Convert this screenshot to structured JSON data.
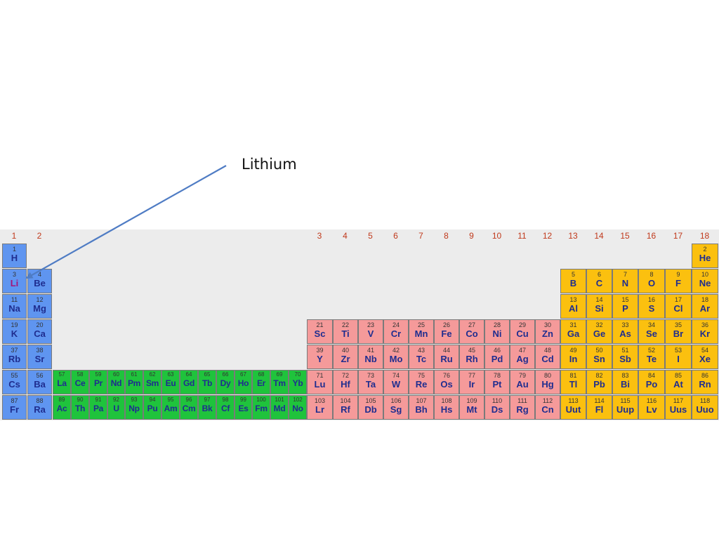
{
  "callout": {
    "label": "Lithium",
    "target_symbol": "Li",
    "arrow_color": "#4f7cc4"
  },
  "colors": {
    "s_block": "#5f95f0",
    "f_block": "#1fc33c",
    "d_block": "#f59a9a",
    "p_block": "#fbc00f",
    "band": "#ececec",
    "group_number": "#c0391b",
    "symbol": "#1f2d8f",
    "highlight_symbol": "#a3167a"
  },
  "group_numbers": [
    "1",
    "2",
    "3",
    "4",
    "5",
    "6",
    "7",
    "8",
    "9",
    "10",
    "11",
    "12",
    "13",
    "14",
    "15",
    "16",
    "17",
    "18"
  ],
  "elements": [
    {
      "n": "1",
      "s": "H",
      "block": "s",
      "row": 1,
      "col": "g1"
    },
    {
      "n": "2",
      "s": "He",
      "block": "p",
      "row": 1,
      "col": "g18"
    },
    {
      "n": "3",
      "s": "Li",
      "block": "s",
      "row": 2,
      "col": "g1",
      "highlight": true
    },
    {
      "n": "4",
      "s": "Be",
      "block": "s",
      "row": 2,
      "col": "g2"
    },
    {
      "n": "5",
      "s": "B",
      "block": "p",
      "row": 2,
      "col": "g13"
    },
    {
      "n": "6",
      "s": "C",
      "block": "p",
      "row": 2,
      "col": "g14"
    },
    {
      "n": "7",
      "s": "N",
      "block": "p",
      "row": 2,
      "col": "g15"
    },
    {
      "n": "8",
      "s": "O",
      "block": "p",
      "row": 2,
      "col": "g16"
    },
    {
      "n": "9",
      "s": "F",
      "block": "p",
      "row": 2,
      "col": "g17"
    },
    {
      "n": "10",
      "s": "Ne",
      "block": "p",
      "row": 2,
      "col": "g18"
    },
    {
      "n": "11",
      "s": "Na",
      "block": "s",
      "row": 3,
      "col": "g1"
    },
    {
      "n": "12",
      "s": "Mg",
      "block": "s",
      "row": 3,
      "col": "g2"
    },
    {
      "n": "13",
      "s": "Al",
      "block": "p",
      "row": 3,
      "col": "g13"
    },
    {
      "n": "14",
      "s": "Si",
      "block": "p",
      "row": 3,
      "col": "g14"
    },
    {
      "n": "15",
      "s": "P",
      "block": "p",
      "row": 3,
      "col": "g15"
    },
    {
      "n": "16",
      "s": "S",
      "block": "p",
      "row": 3,
      "col": "g16"
    },
    {
      "n": "17",
      "s": "Cl",
      "block": "p",
      "row": 3,
      "col": "g17"
    },
    {
      "n": "18",
      "s": "Ar",
      "block": "p",
      "row": 3,
      "col": "g18"
    },
    {
      "n": "19",
      "s": "K",
      "block": "s",
      "row": 4,
      "col": "g1"
    },
    {
      "n": "20",
      "s": "Ca",
      "block": "s",
      "row": 4,
      "col": "g2"
    },
    {
      "n": "21",
      "s": "Sc",
      "block": "d",
      "row": 4,
      "col": "g3"
    },
    {
      "n": "22",
      "s": "Ti",
      "block": "d",
      "row": 4,
      "col": "g4"
    },
    {
      "n": "23",
      "s": "V",
      "block": "d",
      "row": 4,
      "col": "g5"
    },
    {
      "n": "24",
      "s": "Cr",
      "block": "d",
      "row": 4,
      "col": "g6"
    },
    {
      "n": "25",
      "s": "Mn",
      "block": "d",
      "row": 4,
      "col": "g7"
    },
    {
      "n": "26",
      "s": "Fe",
      "block": "d",
      "row": 4,
      "col": "g8"
    },
    {
      "n": "27",
      "s": "Co",
      "block": "d",
      "row": 4,
      "col": "g9"
    },
    {
      "n": "28",
      "s": "Ni",
      "block": "d",
      "row": 4,
      "col": "g10"
    },
    {
      "n": "29",
      "s": "Cu",
      "block": "d",
      "row": 4,
      "col": "g11"
    },
    {
      "n": "30",
      "s": "Zn",
      "block": "d",
      "row": 4,
      "col": "g12"
    },
    {
      "n": "31",
      "s": "Ga",
      "block": "p",
      "row": 4,
      "col": "g13"
    },
    {
      "n": "32",
      "s": "Ge",
      "block": "p",
      "row": 4,
      "col": "g14"
    },
    {
      "n": "33",
      "s": "As",
      "block": "p",
      "row": 4,
      "col": "g15"
    },
    {
      "n": "34",
      "s": "Se",
      "block": "p",
      "row": 4,
      "col": "g16"
    },
    {
      "n": "35",
      "s": "Br",
      "block": "p",
      "row": 4,
      "col": "g17"
    },
    {
      "n": "36",
      "s": "Kr",
      "block": "p",
      "row": 4,
      "col": "g18"
    },
    {
      "n": "37",
      "s": "Rb",
      "block": "s",
      "row": 5,
      "col": "g1"
    },
    {
      "n": "38",
      "s": "Sr",
      "block": "s",
      "row": 5,
      "col": "g2"
    },
    {
      "n": "39",
      "s": "Y",
      "block": "d",
      "row": 5,
      "col": "g3"
    },
    {
      "n": "40",
      "s": "Zr",
      "block": "d",
      "row": 5,
      "col": "g4"
    },
    {
      "n": "41",
      "s": "Nb",
      "block": "d",
      "row": 5,
      "col": "g5"
    },
    {
      "n": "42",
      "s": "Mo",
      "block": "d",
      "row": 5,
      "col": "g6"
    },
    {
      "n": "43",
      "s": "Tc",
      "block": "d",
      "row": 5,
      "col": "g7"
    },
    {
      "n": "44",
      "s": "Ru",
      "block": "d",
      "row": 5,
      "col": "g8"
    },
    {
      "n": "45",
      "s": "Rh",
      "block": "d",
      "row": 5,
      "col": "g9"
    },
    {
      "n": "46",
      "s": "Pd",
      "block": "d",
      "row": 5,
      "col": "g10"
    },
    {
      "n": "47",
      "s": "Ag",
      "block": "d",
      "row": 5,
      "col": "g11"
    },
    {
      "n": "48",
      "s": "Cd",
      "block": "d",
      "row": 5,
      "col": "g12"
    },
    {
      "n": "49",
      "s": "In",
      "block": "p",
      "row": 5,
      "col": "g13"
    },
    {
      "n": "50",
      "s": "Sn",
      "block": "p",
      "row": 5,
      "col": "g14"
    },
    {
      "n": "51",
      "s": "Sb",
      "block": "p",
      "row": 5,
      "col": "g15"
    },
    {
      "n": "52",
      "s": "Te",
      "block": "p",
      "row": 5,
      "col": "g16"
    },
    {
      "n": "53",
      "s": "I",
      "block": "p",
      "row": 5,
      "col": "g17"
    },
    {
      "n": "54",
      "s": "Xe",
      "block": "p",
      "row": 5,
      "col": "g18"
    },
    {
      "n": "55",
      "s": "Cs",
      "block": "s",
      "row": 6,
      "col": "g1"
    },
    {
      "n": "56",
      "s": "Ba",
      "block": "s",
      "row": 6,
      "col": "g2"
    },
    {
      "n": "57",
      "s": "La",
      "block": "f",
      "row": 6,
      "col": "f1"
    },
    {
      "n": "58",
      "s": "Ce",
      "block": "f",
      "row": 6,
      "col": "f2"
    },
    {
      "n": "59",
      "s": "Pr",
      "block": "f",
      "row": 6,
      "col": "f3"
    },
    {
      "n": "60",
      "s": "Nd",
      "block": "f",
      "row": 6,
      "col": "f4"
    },
    {
      "n": "61",
      "s": "Pm",
      "block": "f",
      "row": 6,
      "col": "f5"
    },
    {
      "n": "62",
      "s": "Sm",
      "block": "f",
      "row": 6,
      "col": "f6"
    },
    {
      "n": "63",
      "s": "Eu",
      "block": "f",
      "row": 6,
      "col": "f7"
    },
    {
      "n": "64",
      "s": "Gd",
      "block": "f",
      "row": 6,
      "col": "f8"
    },
    {
      "n": "65",
      "s": "Tb",
      "block": "f",
      "row": 6,
      "col": "f9"
    },
    {
      "n": "66",
      "s": "Dy",
      "block": "f",
      "row": 6,
      "col": "f10"
    },
    {
      "n": "67",
      "s": "Ho",
      "block": "f",
      "row": 6,
      "col": "f11"
    },
    {
      "n": "68",
      "s": "Er",
      "block": "f",
      "row": 6,
      "col": "f12"
    },
    {
      "n": "69",
      "s": "Tm",
      "block": "f",
      "row": 6,
      "col": "f13"
    },
    {
      "n": "70",
      "s": "Yb",
      "block": "f",
      "row": 6,
      "col": "f14"
    },
    {
      "n": "71",
      "s": "Lu",
      "block": "d",
      "row": 6,
      "col": "g3"
    },
    {
      "n": "72",
      "s": "Hf",
      "block": "d",
      "row": 6,
      "col": "g4"
    },
    {
      "n": "73",
      "s": "Ta",
      "block": "d",
      "row": 6,
      "col": "g5"
    },
    {
      "n": "74",
      "s": "W",
      "block": "d",
      "row": 6,
      "col": "g6"
    },
    {
      "n": "75",
      "s": "Re",
      "block": "d",
      "row": 6,
      "col": "g7"
    },
    {
      "n": "76",
      "s": "Os",
      "block": "d",
      "row": 6,
      "col": "g8"
    },
    {
      "n": "77",
      "s": "Ir",
      "block": "d",
      "row": 6,
      "col": "g9"
    },
    {
      "n": "78",
      "s": "Pt",
      "block": "d",
      "row": 6,
      "col": "g10"
    },
    {
      "n": "79",
      "s": "Au",
      "block": "d",
      "row": 6,
      "col": "g11"
    },
    {
      "n": "80",
      "s": "Hg",
      "block": "d",
      "row": 6,
      "col": "g12"
    },
    {
      "n": "81",
      "s": "Tl",
      "block": "p",
      "row": 6,
      "col": "g13"
    },
    {
      "n": "82",
      "s": "Pb",
      "block": "p",
      "row": 6,
      "col": "g14"
    },
    {
      "n": "83",
      "s": "Bi",
      "block": "p",
      "row": 6,
      "col": "g15"
    },
    {
      "n": "84",
      "s": "Po",
      "block": "p",
      "row": 6,
      "col": "g16"
    },
    {
      "n": "85",
      "s": "At",
      "block": "p",
      "row": 6,
      "col": "g17"
    },
    {
      "n": "86",
      "s": "Rn",
      "block": "p",
      "row": 6,
      "col": "g18"
    },
    {
      "n": "87",
      "s": "Fr",
      "block": "s",
      "row": 7,
      "col": "g1"
    },
    {
      "n": "88",
      "s": "Ra",
      "block": "s",
      "row": 7,
      "col": "g2"
    },
    {
      "n": "89",
      "s": "Ac",
      "block": "f",
      "row": 7,
      "col": "f1"
    },
    {
      "n": "90",
      "s": "Th",
      "block": "f",
      "row": 7,
      "col": "f2"
    },
    {
      "n": "91",
      "s": "Pa",
      "block": "f",
      "row": 7,
      "col": "f3"
    },
    {
      "n": "92",
      "s": "U",
      "block": "f",
      "row": 7,
      "col": "f4"
    },
    {
      "n": "93",
      "s": "Np",
      "block": "f",
      "row": 7,
      "col": "f5"
    },
    {
      "n": "94",
      "s": "Pu",
      "block": "f",
      "row": 7,
      "col": "f6"
    },
    {
      "n": "95",
      "s": "Am",
      "block": "f",
      "row": 7,
      "col": "f7"
    },
    {
      "n": "96",
      "s": "Cm",
      "block": "f",
      "row": 7,
      "col": "f8"
    },
    {
      "n": "97",
      "s": "Bk",
      "block": "f",
      "row": 7,
      "col": "f9"
    },
    {
      "n": "98",
      "s": "Cf",
      "block": "f",
      "row": 7,
      "col": "f10"
    },
    {
      "n": "99",
      "s": "Es",
      "block": "f",
      "row": 7,
      "col": "f11"
    },
    {
      "n": "100",
      "s": "Fm",
      "block": "f",
      "row": 7,
      "col": "f12"
    },
    {
      "n": "101",
      "s": "Md",
      "block": "f",
      "row": 7,
      "col": "f13"
    },
    {
      "n": "102",
      "s": "No",
      "block": "f",
      "row": 7,
      "col": "f14"
    },
    {
      "n": "103",
      "s": "Lr",
      "block": "d",
      "row": 7,
      "col": "g3"
    },
    {
      "n": "104",
      "s": "Rf",
      "block": "d",
      "row": 7,
      "col": "g4"
    },
    {
      "n": "105",
      "s": "Db",
      "block": "d",
      "row": 7,
      "col": "g5"
    },
    {
      "n": "106",
      "s": "Sg",
      "block": "d",
      "row": 7,
      "col": "g6"
    },
    {
      "n": "107",
      "s": "Bh",
      "block": "d",
      "row": 7,
      "col": "g7"
    },
    {
      "n": "108",
      "s": "Hs",
      "block": "d",
      "row": 7,
      "col": "g8"
    },
    {
      "n": "109",
      "s": "Mt",
      "block": "d",
      "row": 7,
      "col": "g9"
    },
    {
      "n": "110",
      "s": "Ds",
      "block": "d",
      "row": 7,
      "col": "g10"
    },
    {
      "n": "111",
      "s": "Rg",
      "block": "d",
      "row": 7,
      "col": "g11"
    },
    {
      "n": "112",
      "s": "Cn",
      "block": "d",
      "row": 7,
      "col": "g12"
    },
    {
      "n": "113",
      "s": "Uut",
      "block": "p",
      "row": 7,
      "col": "g13"
    },
    {
      "n": "114",
      "s": "Fl",
      "block": "p",
      "row": 7,
      "col": "g14"
    },
    {
      "n": "115",
      "s": "Uup",
      "block": "p",
      "row": 7,
      "col": "g15"
    },
    {
      "n": "116",
      "s": "Lv",
      "block": "p",
      "row": 7,
      "col": "g16"
    },
    {
      "n": "117",
      "s": "Uus",
      "block": "p",
      "row": 7,
      "col": "g17"
    },
    {
      "n": "118",
      "s": "Uuo",
      "block": "p",
      "row": 7,
      "col": "g18"
    }
  ]
}
